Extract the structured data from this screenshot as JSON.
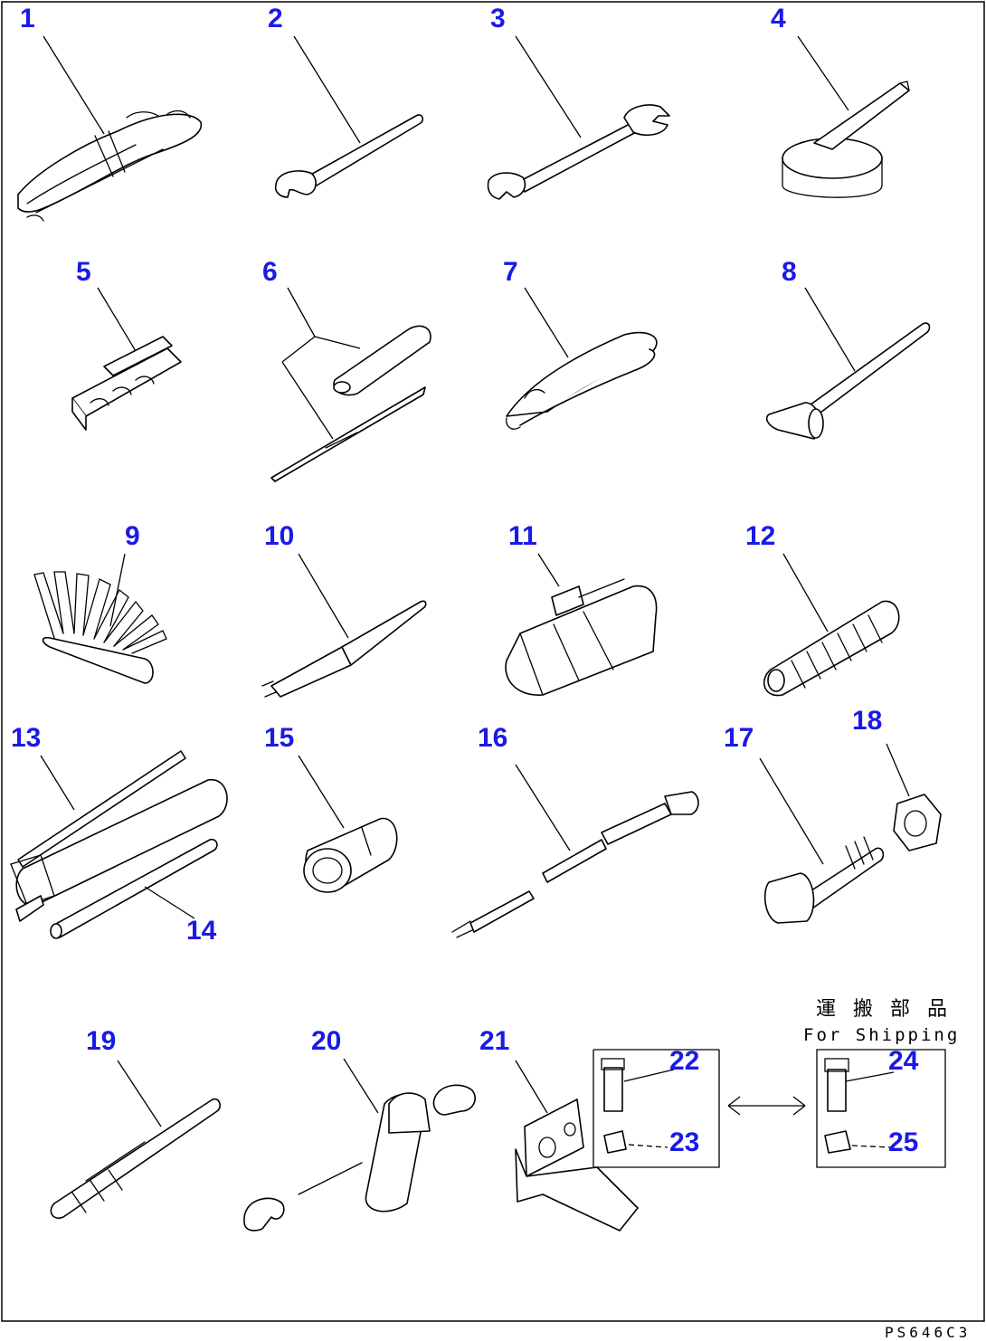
{
  "callouts": [
    "1",
    "2",
    "3",
    "4",
    "5",
    "6",
    "7",
    "8",
    "9",
    "10",
    "11",
    "12",
    "13",
    "14",
    "15",
    "16",
    "17",
    "18",
    "19",
    "20",
    "21",
    "22",
    "23",
    "24",
    "25"
  ],
  "shipping_caption_jp": "運 搬 部 品",
  "shipping_caption_en": "For Shipping",
  "drawing_code": "PS646C3",
  "callout_color": "#1a1ae6"
}
